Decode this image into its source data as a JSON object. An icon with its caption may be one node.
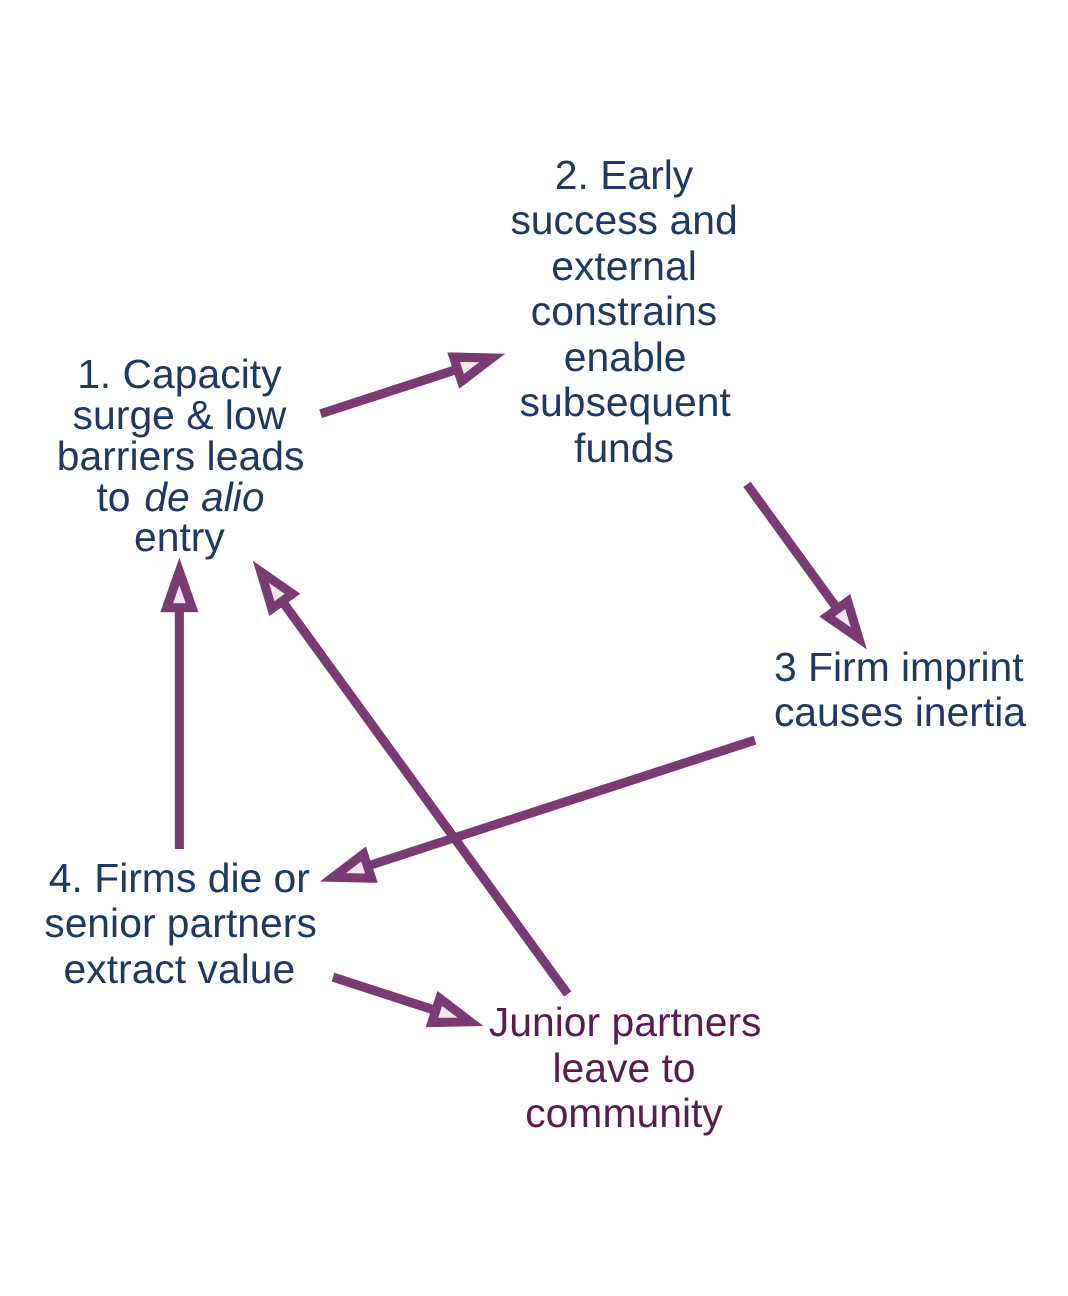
{
  "diagram": {
    "nodes": [
      {
        "text": [
          "Junior partners leave to community"
        ]
      },
      {
        "text": [
          "4. Firms die or senior partners extract value"
        ]
      },
      {
        "text": [
          "1. Capacity surge & low barriers leads to *de alio* entry"
        ]
      },
      {
        "text": [
          "2. Early success and external constrains enable subsequent funds"
        ]
      },
      {
        "text": [
          "3 Firm imprint causes inertia"
        ]
      }
    ],
    "edges": [
      {
        "from": 1,
        "to": 0,
        "arrow": "to"
      },
      {
        "from": 0,
        "to": 2,
        "arrow": "to"
      },
      {
        "from": 1,
        "to": 2,
        "arrow": "to"
      },
      {
        "from": 2,
        "to": 3,
        "arrow": "to"
      },
      {
        "from": 3,
        "to": 4,
        "arrow": "to"
      },
      {
        "from": 4,
        "to": 1,
        "arrow": "to"
      }
    ]
  }
}
